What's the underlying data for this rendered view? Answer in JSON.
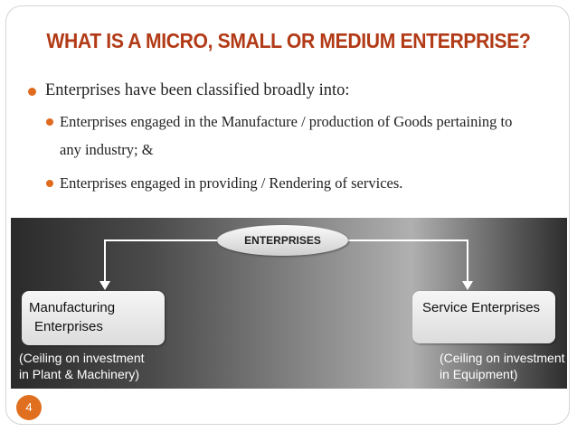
{
  "slide": {
    "title": "WHAT IS A MICRO, SMALL OR MEDIUM ENTERPRISE?",
    "bullet_main": "Enterprises have been classified broadly into:",
    "sub_bullets": [
      {
        "line1": "Enterprises engaged in the Manufacture / production of Goods pertaining to",
        "line2": "any industry; &"
      },
      {
        "line1": "Enterprises engaged in providing / Rendering of services."
      }
    ],
    "page_number": "4",
    "accent_color": "#b23a16",
    "bullet_color": "#e06b1e"
  },
  "diagram": {
    "root": "ENTERPRISES",
    "left_box": {
      "line1": "Manufacturing",
      "line2": "Enterprises"
    },
    "left_note": {
      "line1": "(Ceiling on investment",
      "line2": "in Plant & Machinery)"
    },
    "right_box": {
      "line1": "Service Enterprises"
    },
    "right_note": {
      "line1": "(Ceiling on investment",
      "line2": "in Equipment)"
    }
  }
}
